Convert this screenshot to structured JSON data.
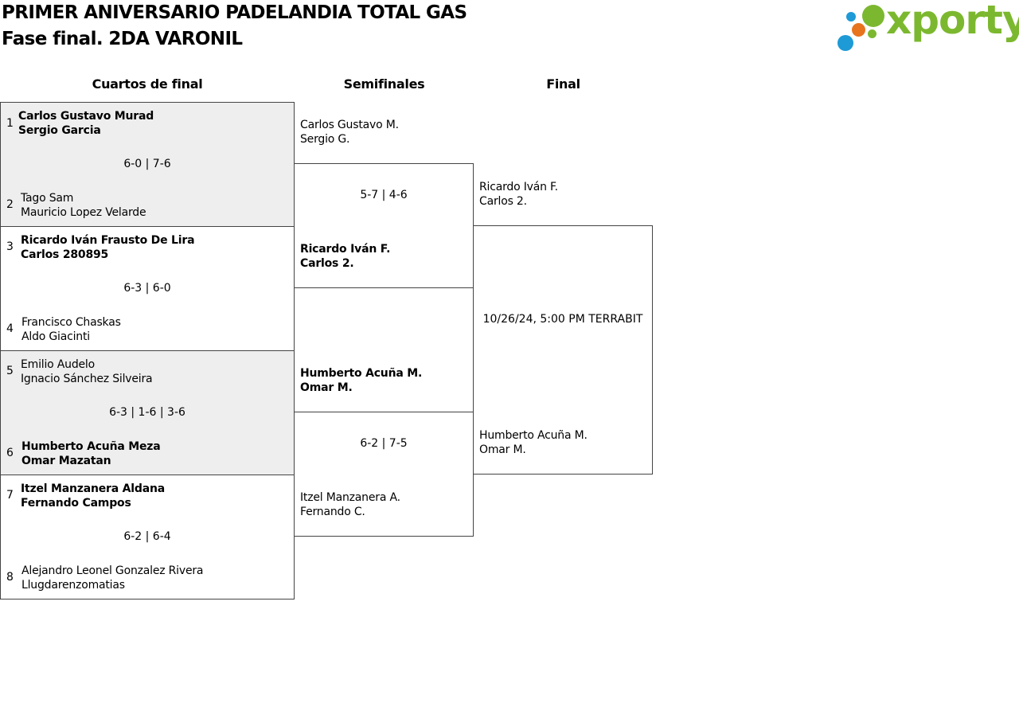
{
  "header": {
    "title": "PRIMER ANIVERSARIO PADELANDIA TOTAL GAS",
    "subtitle": "Fase final. 2DA VARONIL"
  },
  "logo": {
    "text": "xporty",
    "colors": {
      "text": "#7cb82f",
      "dot_blue": "#1e9ad6",
      "dot_orange": "#e8731e",
      "dot_green": "#7cb82f"
    }
  },
  "rounds": {
    "quarterfinals": "Cuartos de final",
    "semifinals": "Semifinales",
    "final": "Final"
  },
  "quarterfinals": [
    {
      "top": {
        "seed": "1",
        "p1": "Carlos Gustavo Murad",
        "p2": "Sergio Garcia"
      },
      "score": "6-0 | 7-6",
      "bottom": {
        "seed": "2",
        "p1": "Tago Sam",
        "p2": "Mauricio Lopez Velarde"
      }
    },
    {
      "top": {
        "seed": "3",
        "p1": "Ricardo Iván Frausto De Lira",
        "p2": "Carlos 280895"
      },
      "score": "6-3 | 6-0",
      "bottom": {
        "seed": "4",
        "p1": "Francisco Chaskas",
        "p2": "Aldo Giacinti"
      }
    },
    {
      "top": {
        "seed": "5",
        "p1": "Emilio Audelo",
        "p2": "Ignacio Sánchez Silveira"
      },
      "score": "6-3 | 1-6 | 3-6",
      "bottom": {
        "seed": "6",
        "p1": "Humberto Acuña Meza",
        "p2": "Omar Mazatan"
      }
    },
    {
      "top": {
        "seed": "7",
        "p1": "Itzel Manzanera Aldana",
        "p2": "Fernando Campos"
      },
      "score": "6-2 | 6-4",
      "bottom": {
        "seed": "8",
        "p1": "Alejandro Leonel Gonzalez Rivera",
        "p2": "Llugdarenzomatias"
      }
    }
  ],
  "semifinals": [
    {
      "top": {
        "p1": "Carlos Gustavo M.",
        "p2": "Sergio G."
      },
      "score": "5-7 | 4-6",
      "bottom": {
        "p1": "Ricardo Iván F.",
        "p2": "Carlos 2."
      }
    },
    {
      "top": {
        "p1": "Humberto Acuña M.",
        "p2": "Omar M."
      },
      "score": "6-2 | 7-5",
      "bottom": {
        "p1": "Itzel Manzanera A.",
        "p2": "Fernando C."
      }
    }
  ],
  "final": {
    "top": {
      "p1": "Ricardo Iván F.",
      "p2": "Carlos 2."
    },
    "info": "10/26/24, 5:00 PM TERRABIT",
    "bottom": {
      "p1": "Humberto Acuña M.",
      "p2": "Omar M."
    }
  }
}
